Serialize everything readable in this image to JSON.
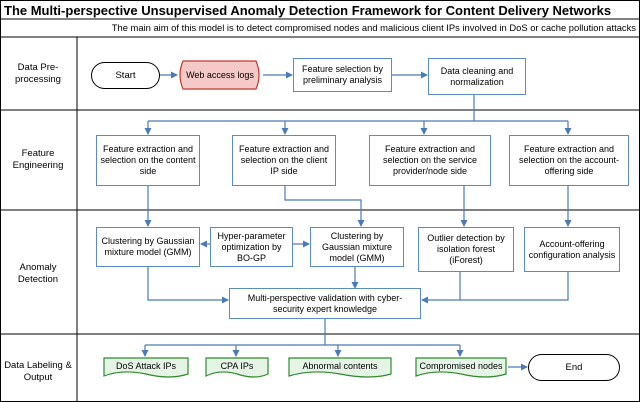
{
  "title": "The Multi-perspective Unsupervised Anomaly Detection Framework for Content Delivery Networks",
  "subtitle": "The main aim of this model is to detect compromised nodes and malicious client IPs involved in DoS or cache pollution attacks",
  "lanes": {
    "preprocessing": "Data Pre-processing",
    "feature": "Feature Engineering",
    "anomaly": "Anomaly Detection",
    "labeling": "Data Labeling & Output"
  },
  "nodes": {
    "start": "Start",
    "web_logs": "Web access logs",
    "feature_selection": "Feature selection by preliminary analysis",
    "data_cleaning": "Data cleaning and normalization",
    "fe_content": "Feature extraction and selection on the content side",
    "fe_client": "Feature extraction and selection on the client IP side",
    "fe_provider": "Feature extraction and selection on the service provider/node side",
    "fe_account": "Feature extraction and selection on the account-offering side",
    "gmm_content": "Clustering by Gaussian mixture model (GMM)",
    "bo_gp": "Hyper-parameter optimization by BO-GP",
    "gmm_client": "Clustering by Gaussian mixture model (GMM)",
    "iforest": "Outlier detection by isolation forest (iForest)",
    "account_config": "Account-offering configuration analysis",
    "validation": "Multi-perspective validation with cyber-security expert knowledge",
    "dos_ips": "DoS Attack IPs",
    "cpa_ips": "CPA IPs",
    "abnormal_contents": "Abnormal contents",
    "compromised_nodes": "Compromised nodes",
    "end": "End"
  },
  "colors": {
    "box_border": "#5b8bc5",
    "arrow": "#4a7ab8",
    "web_logs_fill": "#f6c9c9",
    "web_logs_border": "#c0392b",
    "output_fill": "#e6f4e6",
    "output_border": "#2e8b2e"
  }
}
